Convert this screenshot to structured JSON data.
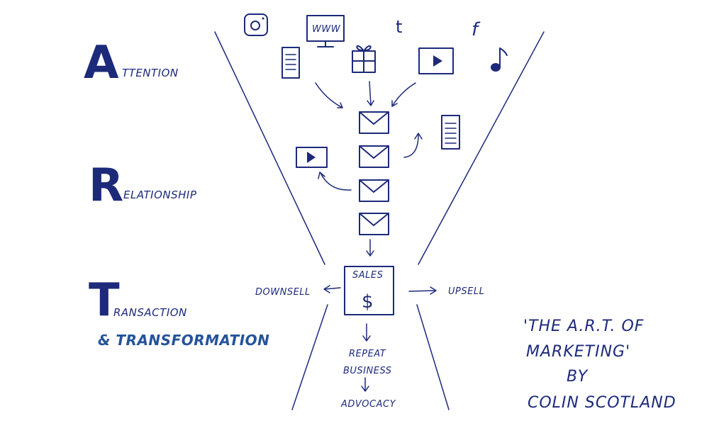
{
  "letters": {
    "a": {
      "big": "A",
      "rest": "TTENTION"
    },
    "r": {
      "big": "R",
      "rest": "ELATIONSHIP"
    },
    "t": {
      "big": "T",
      "rest": "RANSACTION"
    }
  },
  "transformation": "& TRANSFORMATION",
  "icons": {
    "web_text": "WWW",
    "tumblr": "t",
    "facebook": "f"
  },
  "sales": {
    "label": "SALES",
    "symbol": "$"
  },
  "downsell": "DOWNSELL",
  "upsell": "UPSELL",
  "repeat": {
    "line1": "REPEAT",
    "line2": "BUSINESS"
  },
  "advocacy": "ADVOCACY",
  "quote": {
    "line1": "'THE A.R.T. OF",
    "line2": "MARKETING'",
    "line3": "BY",
    "line4": "COLIN SCOTLAND"
  },
  "colors": {
    "ink": "#1d2a7a",
    "accent": "#24539a"
  }
}
